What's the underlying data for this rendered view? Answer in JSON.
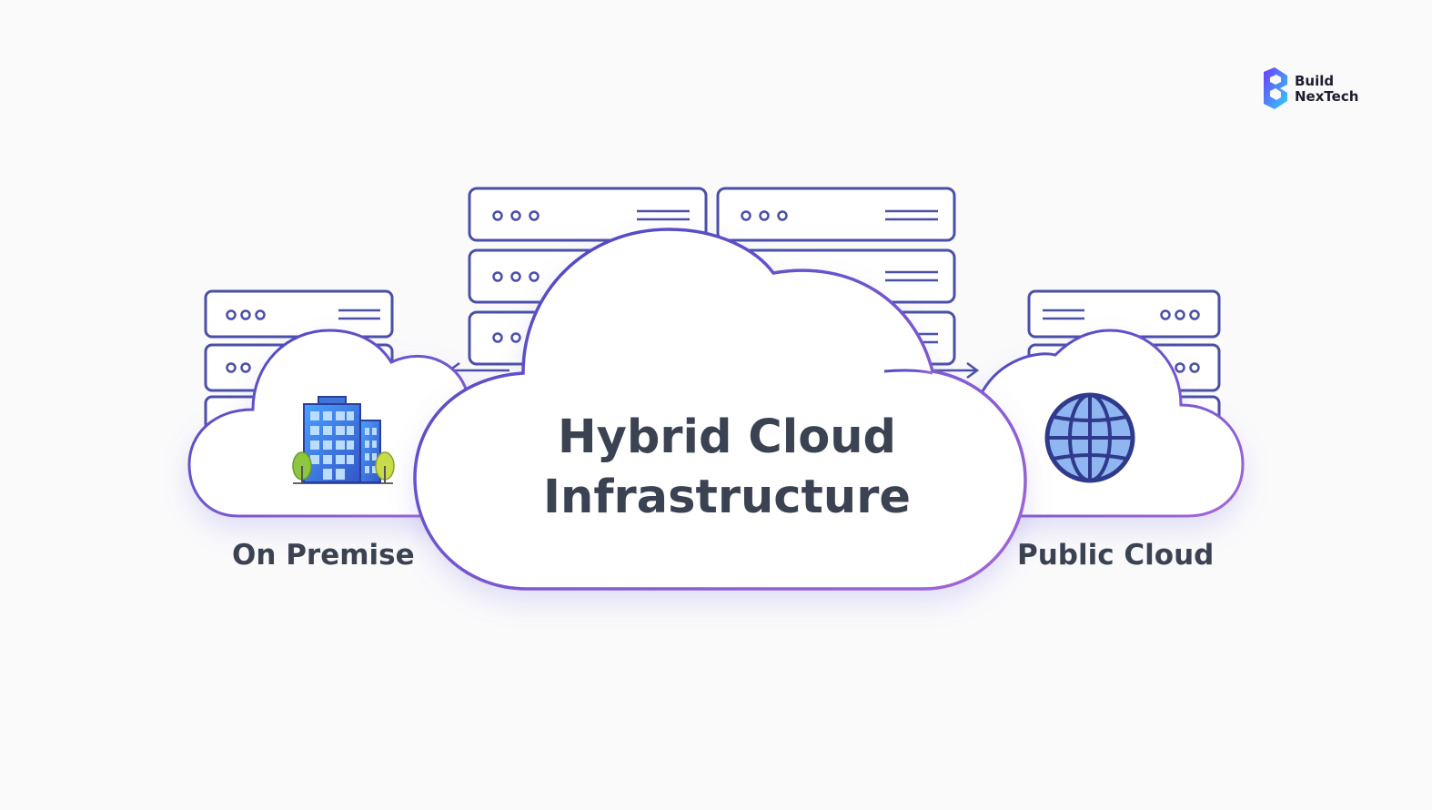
{
  "diagram": {
    "title_line1": "Hybrid Cloud",
    "title_line2": "Infrastructure",
    "left_label": "On Premise",
    "right_label": "Public Cloud",
    "left_icon": "office-building-icon",
    "right_icon": "globe-icon"
  },
  "brand": {
    "name_line1": "Build",
    "name_line2": "NexTech",
    "icon": "b-logo-icon"
  },
  "colors": {
    "cloud_outline_start": "#4a4fc4",
    "cloud_outline_end": "#9a63d8",
    "server_outline": "#4a4fa8",
    "text": "#3b4252",
    "building": "#3f7fe0",
    "tree": "#8dc63f",
    "globe": "#4a6fd8"
  }
}
